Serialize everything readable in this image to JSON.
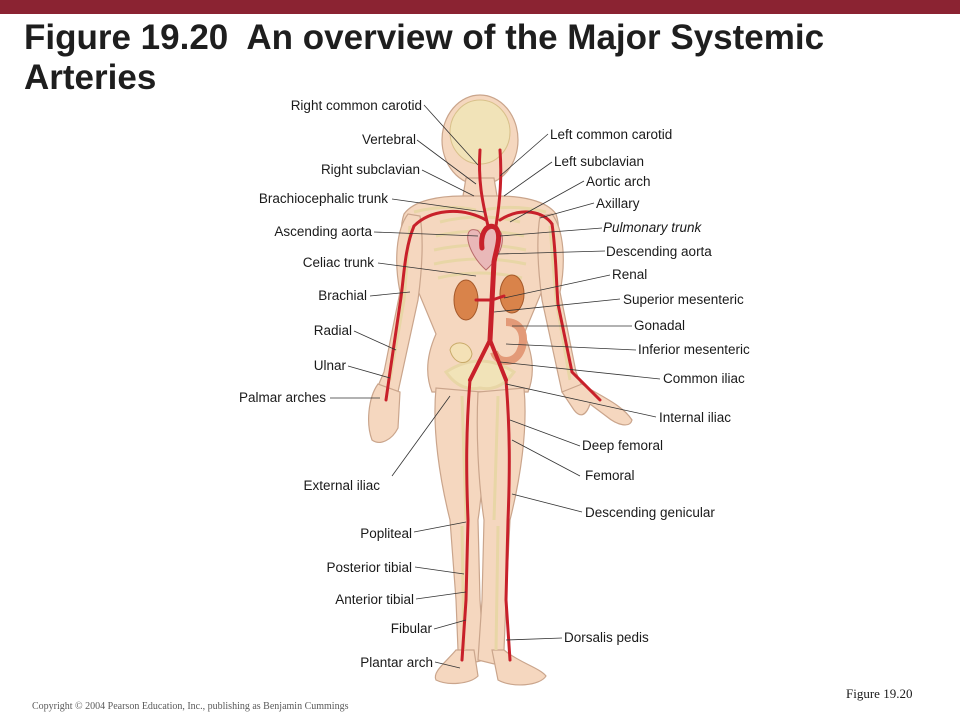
{
  "slide": {
    "accent_color": "#8b2332",
    "title_line1": "Figure 19.20  An overview of the Major Systemic",
    "title_line2": "Arteries",
    "copyright": "Copyright © 2004 Pearson Education, Inc., publishing as Benjamin Cummings",
    "figure_number": "Figure 19.20"
  },
  "diagram": {
    "artery_color": "#c8202a",
    "skin_color": "#f5d7bf",
    "bone_color": "#f1e3b8",
    "left_labels": [
      "Right common carotid",
      "Vertebral",
      "Right subclavian",
      "Brachiocephalic trunk",
      "Ascending aorta",
      "Celiac trunk",
      "Brachial",
      "Radial",
      "Ulnar",
      "Palmar arches",
      "External iliac",
      "Popliteal",
      "Posterior tibial",
      "Anterior tibial",
      "Fibular",
      "Plantar arch"
    ],
    "right_labels": [
      "Left common carotid",
      "Left subclavian",
      "Aortic arch",
      "Axillary",
      "Pulmonary trunk",
      "Descending aorta",
      "Renal",
      "Superior mesenteric",
      "Gonadal",
      "Inferior mesenteric",
      "Common iliac",
      "Internal iliac",
      "Deep femoral",
      "Femoral",
      "Descending genicular",
      "Dorsalis pedis"
    ]
  }
}
